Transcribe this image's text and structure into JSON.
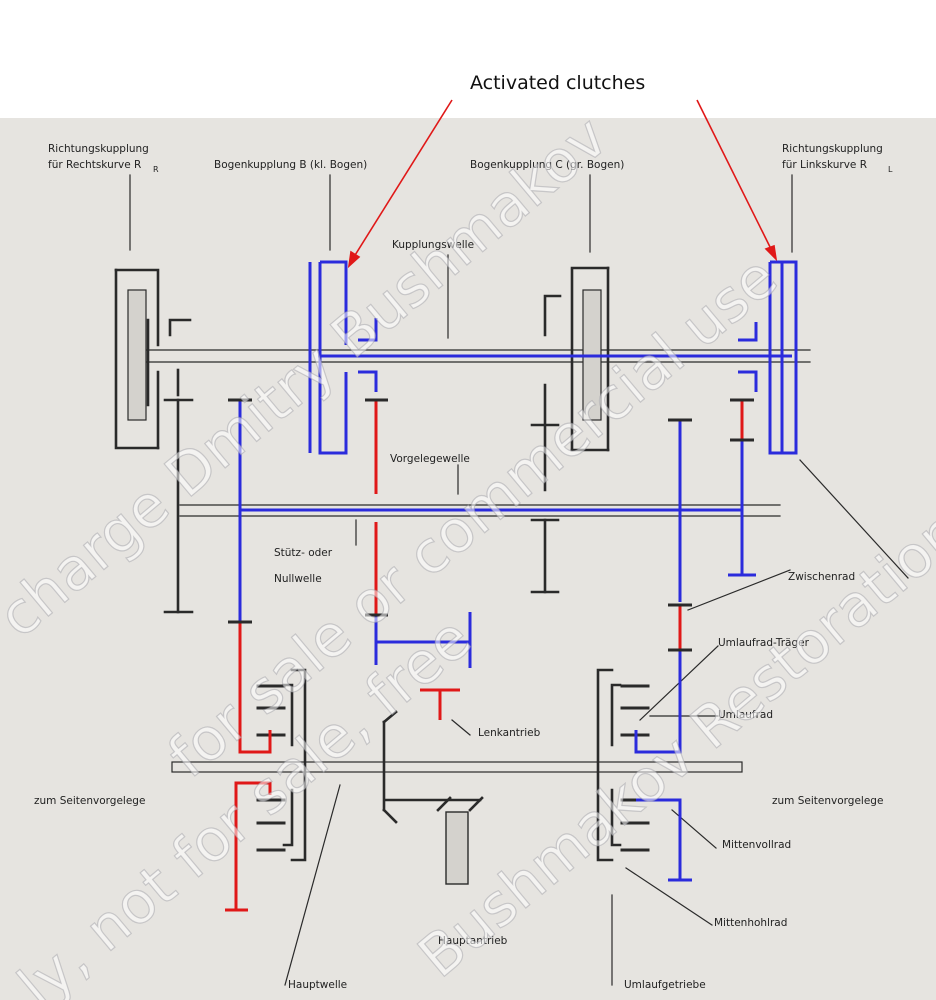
{
  "header": {
    "caption": "Activated clutches"
  },
  "labels": {
    "right_dir_clutch_1": "Richtungskupplung",
    "right_dir_clutch_2": "für Rechtskurve R",
    "right_dir_clutch_sub": "R",
    "arc_clutch_b": "Bogenkupplung B (kl. Bogen)",
    "arc_clutch_c": "Bogenkupplung C (gr. Bogen)",
    "left_dir_clutch_1": "Richtungskupplung",
    "left_dir_clutch_2": "für Linkskurve R",
    "left_dir_clutch_sub": "L",
    "clutch_shaft": "Kupplungswelle",
    "countershaft": "Vorgelegewelle",
    "support_shaft_1": "Stütz- oder",
    "support_shaft_2": "Nullwelle",
    "idler_gear": "Zwischenrad",
    "planet_carrier": "Umlaufrad-Träger",
    "planet_gear": "Umlaufrad",
    "steering_drive": "Lenkantrieb",
    "side_drive_left": "zum Seitenvorgelege",
    "side_drive_right": "zum Seitenvorgelege",
    "sun_gear": "Mittenvollrad",
    "ring_gear": "Mittenhohlrad",
    "main_drive": "Hauptantrieb",
    "main_shaft": "Hauptwelle",
    "planetary_gearbox": "Umlaufgetriebe"
  },
  "watermark": {
    "line_1": "charge Dmitry Bushmakov",
    "line_2": "for sale or commercial use",
    "line_3": "Bushmakov Restoration",
    "line_4": "ly, not for sale, free"
  },
  "colors": {
    "background": "#ffffff",
    "paper": "#e6e4e0",
    "ink": "#2a2a2a",
    "blue_path": "#2b2bdc",
    "red_path": "#e01818",
    "arrow": "#e01818"
  }
}
